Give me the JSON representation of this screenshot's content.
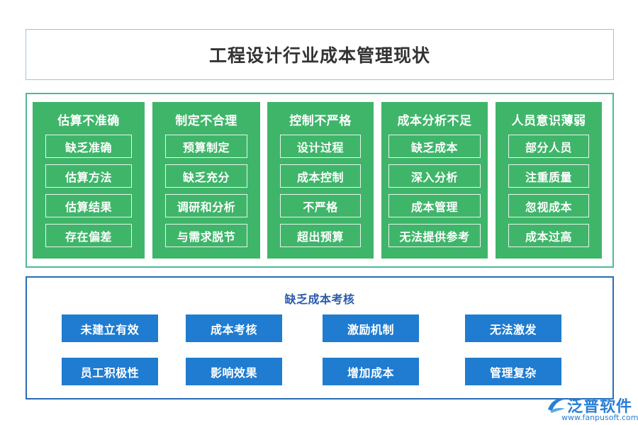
{
  "title": "工程设计行业成本管理现状",
  "columns": [
    {
      "title": "估算不准确",
      "items": [
        "缺乏准确",
        "估算方法",
        "估算结果",
        "存在偏差"
      ]
    },
    {
      "title": "制定不合理",
      "items": [
        "预算制定",
        "缺乏充分",
        "调研和分析",
        "与需求脱节"
      ]
    },
    {
      "title": "控制不严格",
      "items": [
        "设计过程",
        "成本控制",
        "不严格",
        "超出预算"
      ]
    },
    {
      "title": "成本分析不足",
      "items": [
        "缺乏成本",
        "深入分析",
        "成本管理",
        "无法提供参考"
      ]
    },
    {
      "title": "人员意识薄弱",
      "items": [
        "部分人员",
        "注重质量",
        "忽视成本",
        "成本过高"
      ]
    }
  ],
  "bottom": {
    "title": "缺乏成本考核",
    "items": [
      "未建立有效",
      "成本考核",
      "激励机制",
      "无法激发",
      "员工积极性",
      "影响效果",
      "增加成本",
      "管理复杂"
    ]
  },
  "logo": {
    "name": "泛普软件",
    "url": "www.fanpusoft.com"
  },
  "colors": {
    "green": "#3fb56a",
    "blue_button": "#1f7cd0",
    "blue_border": "#2a6bb5",
    "frame_green": "#4cb89a"
  }
}
